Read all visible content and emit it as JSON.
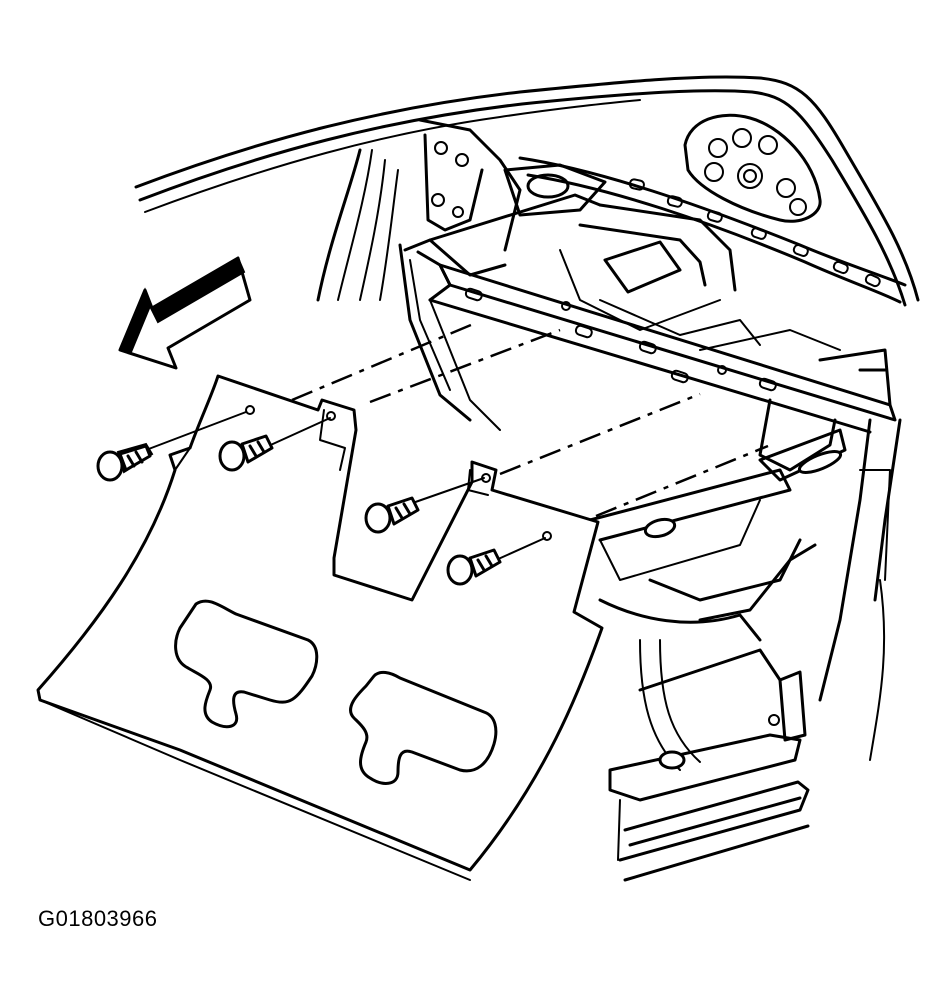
{
  "figure": {
    "id_label": "G01803966",
    "fasteners": [
      {
        "name": "screw-1"
      },
      {
        "name": "screw-2"
      },
      {
        "name": "screw-3"
      },
      {
        "name": "screw-4"
      }
    ]
  }
}
